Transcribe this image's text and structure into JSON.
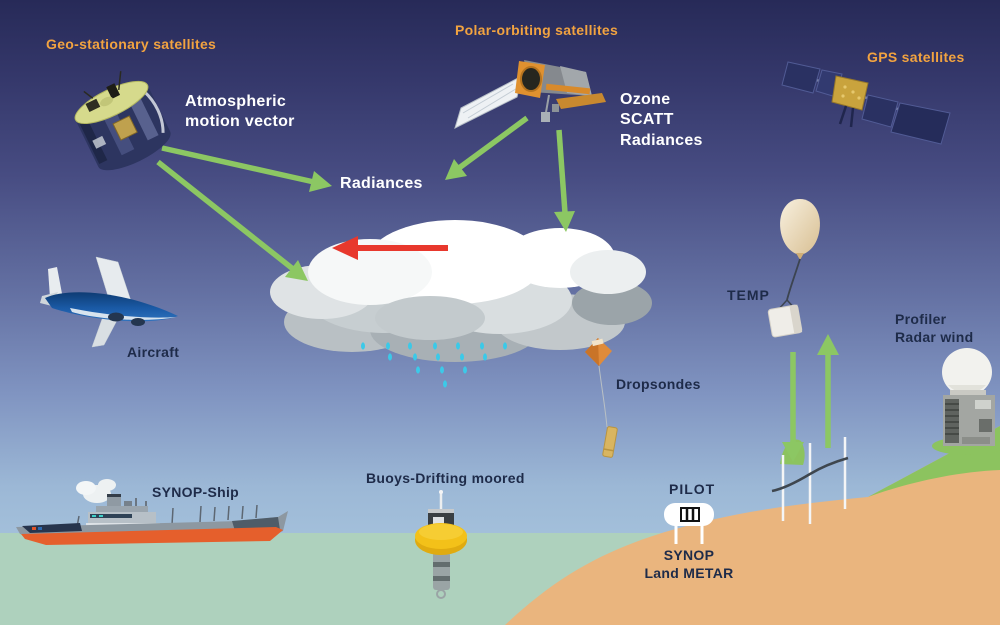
{
  "labels": {
    "geo_satellites": "Geo-stationary satellites",
    "atmospheric_motion_vector": "Atmospheric\nmotion vector",
    "polar_satellites": "Polar-orbiting satellites",
    "ozone_scatt_radiances": "Ozone\nSCATT\nRadiances",
    "gps_satellites": "GPS satellites",
    "radiances": "Radiances",
    "aircraft": "Aircraft",
    "temp": "TEMP",
    "profiler_radar_wind": "Profiler\nRadar wind",
    "dropsondes": "Dropsondes",
    "synop_ship": "SYNOP-Ship",
    "buoys_drifting_moored": "Buoys-Drifting moored",
    "pilot": "PILOT",
    "synop_land_metar": "SYNOP\nLand METAR"
  },
  "colors": {
    "sky_top": "#272a58",
    "sky_bottom": "#a9c6de",
    "sea": "#aed1bd",
    "sand": "#eab57e",
    "grass": "#8cc35f",
    "arrow_green": "#8cc763",
    "arrow_red": "#e8382d",
    "rain": "#3cc9e8",
    "label_orange": "#f2a340",
    "label_white": "#ffffff",
    "label_dark": "#1e2b49"
  },
  "illustrations": [
    "geostationary-satellite",
    "polar-orbiting-satellite",
    "gps-satellite",
    "aircraft",
    "cloud-system",
    "rain",
    "red-wind-arrow",
    "green-data-arrows",
    "dropsonde",
    "weather-balloon",
    "wind-profiler-radar",
    "ship",
    "moored-buoy",
    "pilot-shelter",
    "measurement-masts",
    "sea",
    "sand-hill",
    "grass"
  ]
}
